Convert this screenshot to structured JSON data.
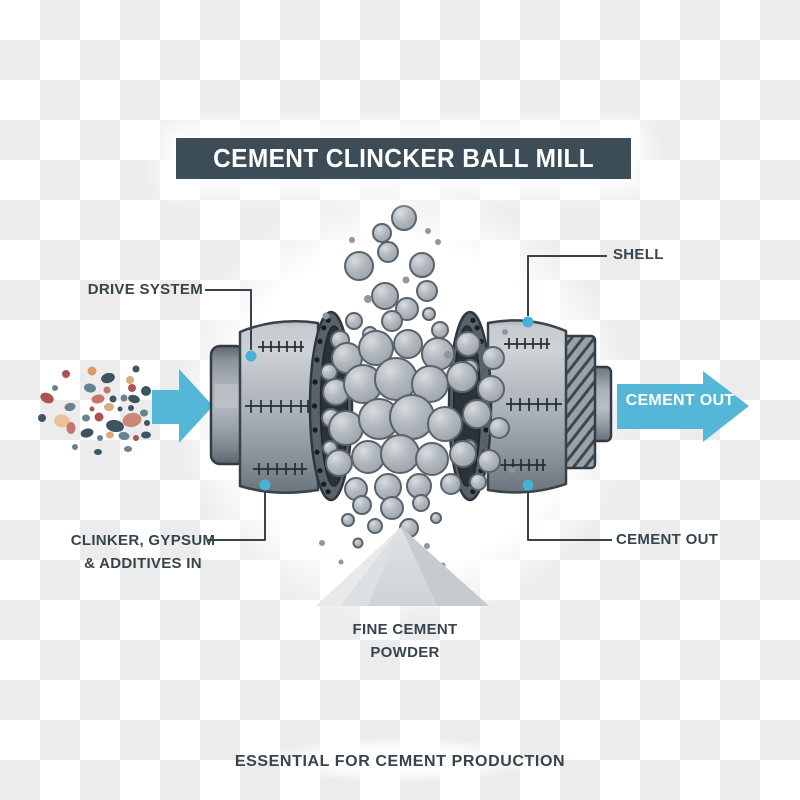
{
  "title": {
    "text": "CEMENT CLINCKER BALL MILL"
  },
  "callouts": {
    "drive_system": "DRIVE SYSTEM",
    "shell": "SHELL",
    "clinker_line1": "CLINKER, GYPSUM",
    "clinker_line2": "& ADDITIVES IN",
    "cement_out": "CEMENT OUT",
    "fine_cement_line1": "FINE CEMENT",
    "fine_cement_line2": "POWDER"
  },
  "flow": {
    "cement_out_arrow": "CEMENT OUT"
  },
  "footer": {
    "text": "ESSENTIAL FOR CEMENT PRODUCTION"
  },
  "colors": {
    "accent_blue": "#55b7d8",
    "callout_dot": "#47b2d6",
    "title_bar_bg": "#3d4d57",
    "label_text": "#37444c",
    "ball_gray": "#b0b6bc",
    "drum_dark": "#6a737c",
    "checker_gray": "#ececec"
  }
}
